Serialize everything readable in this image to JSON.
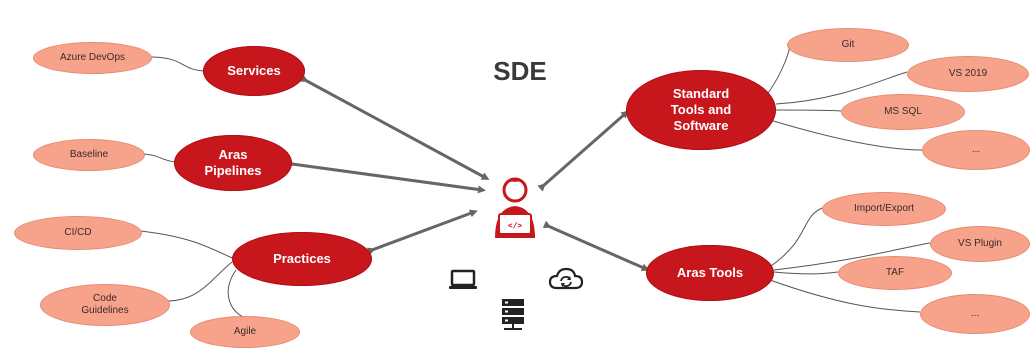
{
  "title": "SDE",
  "groups": [
    {
      "label": "Services",
      "leaves": [
        "Azure DevOps"
      ]
    },
    {
      "label": "Aras\nPipelines",
      "leaves": [
        "Baseline"
      ]
    },
    {
      "label": "Practices",
      "leaves": [
        "CI/CD",
        "Code\nGuidelines",
        "Agile"
      ]
    },
    {
      "label": "Standard\nTools and\nSoftware",
      "leaves": [
        "Git",
        "VS 2019",
        "MS SQL",
        "..."
      ]
    },
    {
      "label": "Aras Tools",
      "leaves": [
        "Import/Export",
        "VS Plugin",
        "TAF",
        "..."
      ]
    }
  ],
  "icons": [
    "developer-icon",
    "laptop-icon",
    "cloud-sync-icon",
    "server-icon"
  ],
  "colors": {
    "main_node": "#c8161d",
    "leaf_node": "#f7a38b",
    "arrow": "#666666",
    "connector": "#555555"
  }
}
